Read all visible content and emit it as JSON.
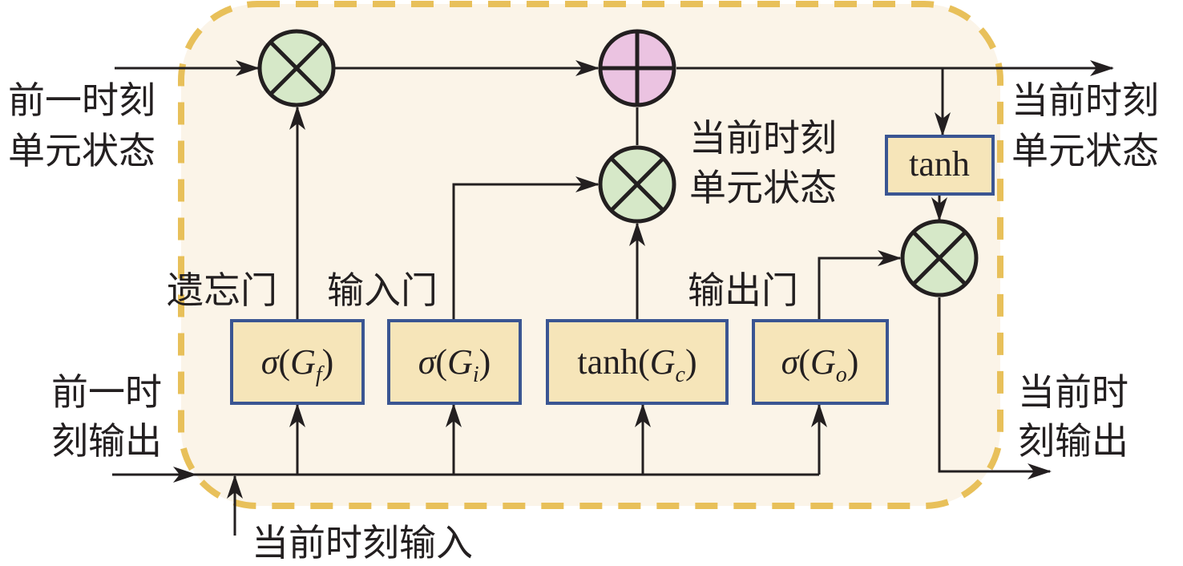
{
  "diagram": {
    "title": "LSTM cell",
    "colors": {
      "cell_fill": "#FBF4E8",
      "cell_border": "#E8C05A",
      "box_fill": "#F6E5B9",
      "box_border": "#3A5592",
      "multiply_fill": "#D6E8C8",
      "add_fill": "#EBC3E1",
      "line": "#231f20"
    },
    "labels": {
      "prev_cell_state_line1": "前一时刻",
      "prev_cell_state_line2": "单元状态",
      "curr_cell_state_line1": "当前时刻",
      "curr_cell_state_line2": "单元状态",
      "candidate_state_line1": "当前时刻",
      "candidate_state_line2": "单元状态",
      "prev_output_line1": "前一时",
      "prev_output_line2": "刻输出",
      "curr_output_line1": "当前时",
      "curr_output_line2": "刻输出",
      "curr_input": "当前时刻输入",
      "forget_gate": "遗忘门",
      "input_gate": "输入门",
      "output_gate": "输出门"
    },
    "boxes": {
      "forget": {
        "func": "σ",
        "open": "(",
        "var": "G",
        "sub": "f",
        "close": ")"
      },
      "input": {
        "func": "σ",
        "open": "(",
        "var": "G",
        "sub": "i",
        "close": ")"
      },
      "candidate": {
        "func": "tanh",
        "open": "(",
        "var": "G",
        "sub": "c",
        "close": ")"
      },
      "output": {
        "func": "σ",
        "open": "(",
        "var": "G",
        "sub": "o",
        "close": ")"
      },
      "cell_tanh": "tanh"
    },
    "operators": {
      "forget_multiply": "multiply",
      "cell_add": "add",
      "input_multiply": "multiply",
      "output_multiply": "multiply"
    }
  }
}
